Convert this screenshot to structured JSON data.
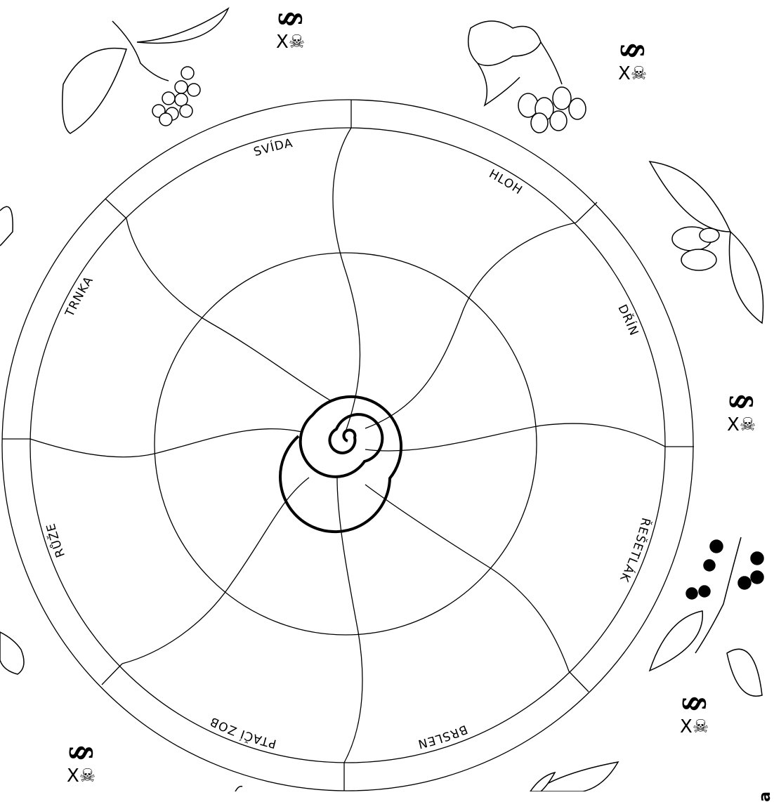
{
  "segments": [
    {
      "label": "SVÍDA"
    },
    {
      "label": "HLOH"
    },
    {
      "label": "DŘÍN"
    },
    {
      "label": "ŘEŠETLÁK"
    },
    {
      "label": "BRSLEN"
    },
    {
      "label": "PTAČÍ ZOB"
    },
    {
      "label": "RŮŽE"
    },
    {
      "label": "TRNKA"
    }
  ],
  "markers": {
    "section_symbol": "§",
    "poison_symbol": "☠",
    "cross_symbol": "X"
  },
  "edge_text": "a"
}
